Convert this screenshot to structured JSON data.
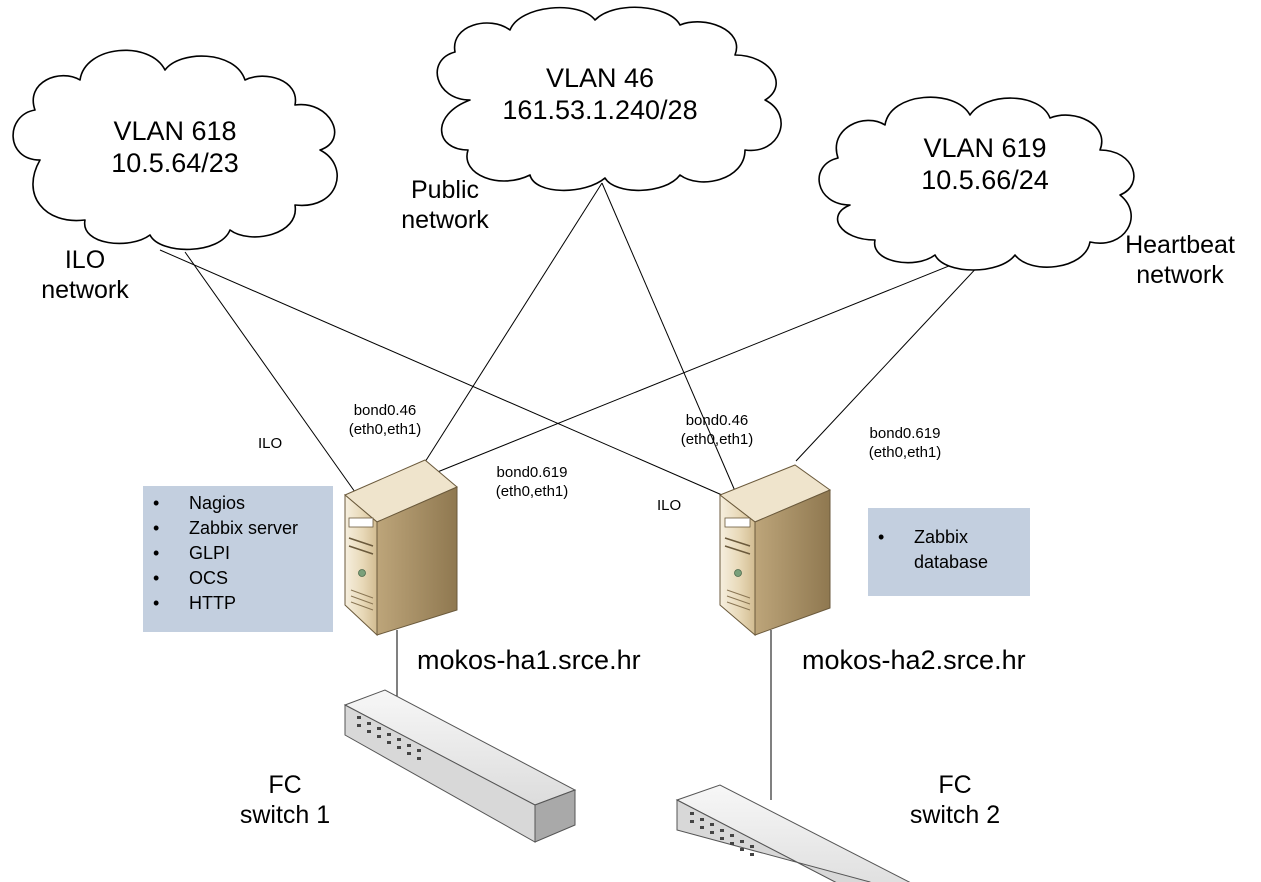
{
  "clouds": {
    "vlan618": {
      "name": "VLAN 618",
      "subnet": "10.5.64/23"
    },
    "vlan46": {
      "name": "VLAN 46",
      "subnet": "161.53.1.240/28"
    },
    "vlan619": {
      "name": "VLAN 619",
      "subnet": "10.5.66/24"
    }
  },
  "networks": {
    "ilo": [
      "ILO",
      "network"
    ],
    "public": [
      "Public",
      "network"
    ],
    "heartbeat": [
      "Heartbeat",
      "network"
    ]
  },
  "interfaces": {
    "ha1_ilo": "ILO",
    "ha1_bond46": [
      "bond0.46",
      "(eth0,eth1)"
    ],
    "ha1_bond619": [
      "bond0.619",
      "(eth0,eth1)"
    ],
    "ha2_ilo": "ILO",
    "ha2_bond46": [
      "bond0.46",
      "(eth0,eth1)"
    ],
    "ha2_bond619": [
      "bond0.619",
      "(eth0,eth1)"
    ]
  },
  "hosts": {
    "ha1": {
      "name": "mokos-ha1.srce.hr",
      "services": [
        "Nagios",
        "Zabbix server",
        "GLPI",
        "OCS",
        "HTTP"
      ]
    },
    "ha2": {
      "name": "mokos-ha2.srce.hr",
      "services": [
        "Zabbix\ndatabase"
      ]
    }
  },
  "switches": {
    "sw1": [
      "FC",
      "switch 1"
    ],
    "sw2": [
      "FC",
      "switch 2"
    ]
  },
  "colors": {
    "cloud_fill": "#ffffff",
    "line": "#000000",
    "server_light": "#f3ead6",
    "server_dark": "#c9b48c",
    "service_box": "#c3cfdf",
    "switch_body": "#e9e9e9"
  }
}
